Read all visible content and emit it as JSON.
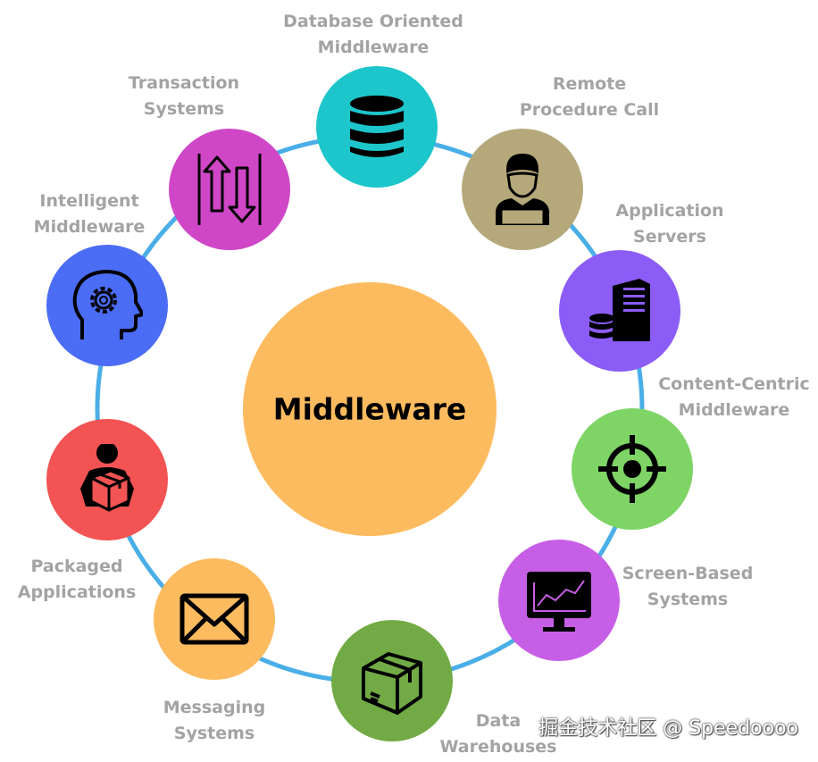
{
  "center": {
    "title": "Middleware",
    "color": "#fdbb5f"
  },
  "ring_color": "#4aaee7",
  "nodes": [
    {
      "id": "database-oriented",
      "icon": "database-icon",
      "color": "#1cc6cb",
      "line1": "Database Oriented",
      "line2": "Middleware"
    },
    {
      "id": "remote-procedure-call",
      "icon": "person-laptop-icon",
      "color": "#b5a87a",
      "line1": "Remote",
      "line2": "Procedure Call"
    },
    {
      "id": "application-servers",
      "icon": "server-icon",
      "color": "#8b5cf6",
      "line1": "Application",
      "line2": "Servers"
    },
    {
      "id": "content-centric",
      "icon": "target-icon",
      "color": "#7ed465",
      "line1": "Content-Centric",
      "line2": "Middleware"
    },
    {
      "id": "screen-based",
      "icon": "monitor-chart-icon",
      "color": "#c65fe6",
      "line1": "Screen-Based",
      "line2": "Systems"
    },
    {
      "id": "data-warehouses",
      "icon": "box-icon",
      "color": "#72ab46",
      "line1": "Data",
      "line2": "Warehouses"
    },
    {
      "id": "messaging",
      "icon": "envelope-icon",
      "color": "#fdbb5f",
      "line1": "Messaging",
      "line2": "Systems"
    },
    {
      "id": "packaged-applications",
      "icon": "person-package-icon",
      "color": "#f25353",
      "line1": "Packaged",
      "line2": "Applications"
    },
    {
      "id": "intelligent",
      "icon": "head-gear-icon",
      "color": "#4b6cf5",
      "line1": "Intelligent",
      "line2": "Middleware"
    },
    {
      "id": "transaction",
      "icon": "transfer-arrows-icon",
      "color": "#cf47c6",
      "line1": "Transaction",
      "line2": "Systems"
    }
  ],
  "watermark": "掘金技术社区 @ Speedoooo"
}
